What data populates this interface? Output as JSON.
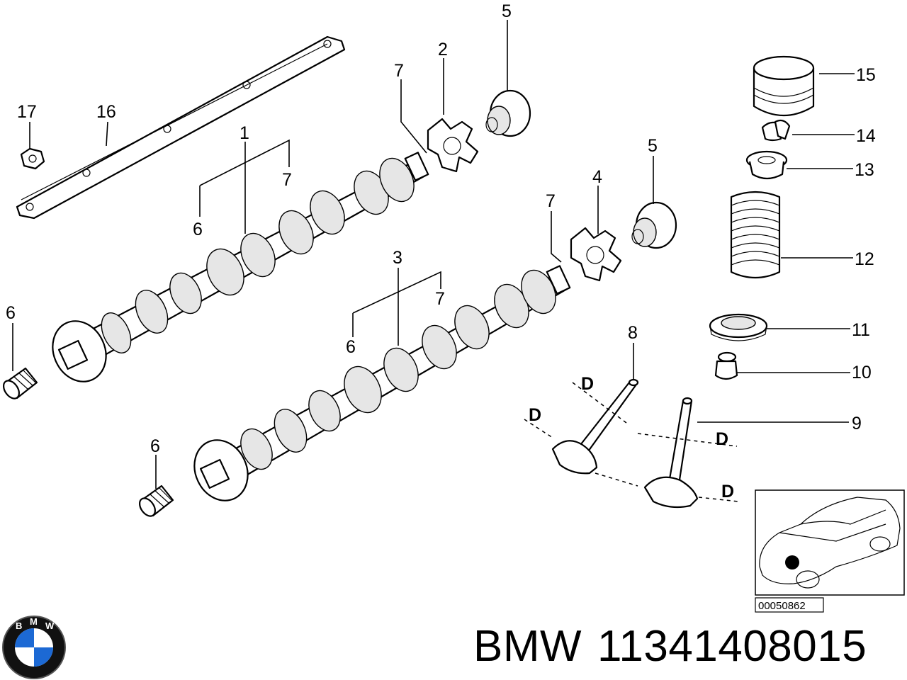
{
  "callouts": {
    "c1": "1",
    "c2": "2",
    "c3": "3",
    "c4": "4",
    "c5a": "5",
    "c5b": "5",
    "c6a": "6",
    "c6b": "6",
    "c6c": "6",
    "c6d": "6",
    "c7a": "7",
    "c7b": "7",
    "c7c": "7",
    "c7d": "7",
    "c8": "8",
    "c9": "9",
    "c10": "10",
    "c11": "11",
    "c12": "12",
    "c13": "13",
    "c14": "14",
    "c15": "15",
    "c16": "16",
    "c17": "17",
    "d1": "D",
    "d2": "D",
    "d3": "D",
    "d4": "D"
  },
  "inset": {
    "code": "00050862"
  },
  "footer": {
    "brand": "BMW",
    "part_number": "11341408015"
  },
  "logo": {
    "letters": [
      "B",
      "M",
      "W"
    ],
    "colors": {
      "blue": "#1c69d4",
      "ring": "#111111",
      "white": "#ffffff"
    }
  }
}
